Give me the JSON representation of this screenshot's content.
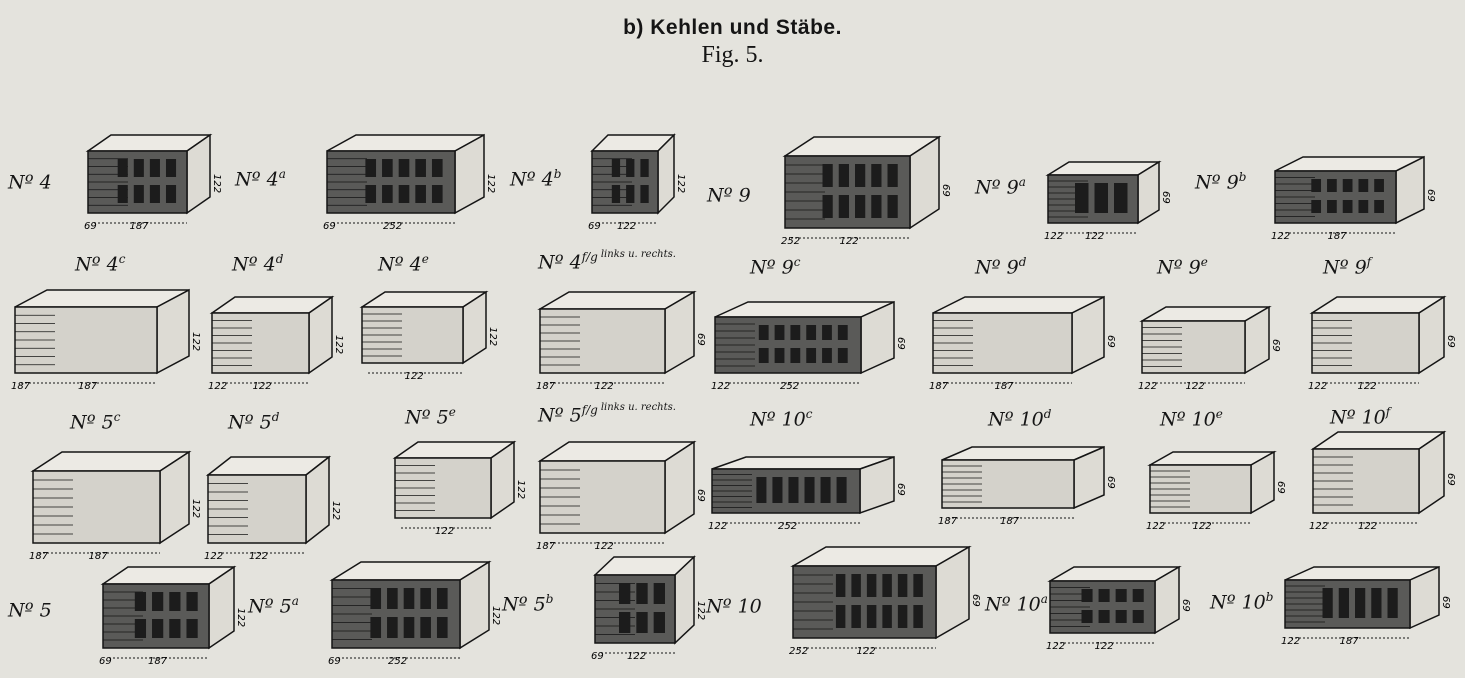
{
  "heading": "b) Kehlen und Stäbe.",
  "figure_label": "Fig. 5.",
  "colors": {
    "paper": "#e4e3dd",
    "ink": "#151515",
    "hollow_face": "#5a5a58"
  },
  "figures": [
    {
      "no": "Nº 4",
      "sup": "",
      "type": "hollow",
      "dims": [
        "69",
        "187",
        "122"
      ]
    },
    {
      "no": "Nº 4",
      "sup": "a",
      "type": "hollow",
      "dims": [
        "69",
        "252",
        "122"
      ]
    },
    {
      "no": "Nº 4",
      "sup": "b",
      "type": "hollow",
      "dims": [
        "69",
        "122",
        "122"
      ]
    },
    {
      "no": "Nº 9",
      "sup": "",
      "type": "hollow",
      "dims": [
        "252",
        "122",
        "69"
      ]
    },
    {
      "no": "Nº 9",
      "sup": "a",
      "type": "hollow",
      "dims": [
        "122",
        "122",
        "69"
      ]
    },
    {
      "no": "Nº 9",
      "sup": "b",
      "type": "hollow",
      "dims": [
        "122",
        "187",
        "69"
      ]
    },
    {
      "no": "Nº 4",
      "sup": "c",
      "type": "solid",
      "dims": [
        "187",
        "187",
        "122"
      ]
    },
    {
      "no": "Nº 4",
      "sup": "d",
      "type": "solid",
      "dims": [
        "122",
        "122",
        "122"
      ]
    },
    {
      "no": "Nº 4",
      "sup": "e",
      "type": "solid",
      "dims": [
        "",
        "122",
        "122"
      ]
    },
    {
      "no": "Nº 4",
      "sup": "f/g",
      "note": "links u. rechts.",
      "type": "solid",
      "dims": [
        "187",
        "122",
        "69"
      ]
    },
    {
      "no": "Nº 9",
      "sup": "c",
      "type": "hollow",
      "dims": [
        "122",
        "252",
        "69"
      ]
    },
    {
      "no": "Nº 9",
      "sup": "d",
      "type": "solid",
      "dims": [
        "187",
        "187",
        "69"
      ]
    },
    {
      "no": "Nº 9",
      "sup": "e",
      "type": "solid",
      "dims": [
        "122",
        "122",
        "69"
      ]
    },
    {
      "no": "Nº 9",
      "sup": "f",
      "type": "solid",
      "dims": [
        "122",
        "122",
        "69"
      ]
    },
    {
      "no": "Nº 5",
      "sup": "c",
      "type": "solid",
      "dims": [
        "187",
        "187",
        "122"
      ]
    },
    {
      "no": "Nº 5",
      "sup": "d",
      "type": "solid",
      "dims": [
        "122",
        "122",
        "122"
      ]
    },
    {
      "no": "Nº 5",
      "sup": "e",
      "type": "solid",
      "dims": [
        "",
        "122",
        "122"
      ]
    },
    {
      "no": "Nº 5",
      "sup": "f/g",
      "note": "links u. rechts.",
      "type": "solid",
      "dims": [
        "187",
        "122",
        "69"
      ]
    },
    {
      "no": "Nº 10",
      "sup": "c",
      "type": "hollow",
      "dims": [
        "122",
        "252",
        "69"
      ]
    },
    {
      "no": "Nº 10",
      "sup": "d",
      "type": "solid",
      "dims": [
        "187",
        "187",
        "69"
      ]
    },
    {
      "no": "Nº 10",
      "sup": "e",
      "type": "solid",
      "dims": [
        "122",
        "122",
        "69"
      ]
    },
    {
      "no": "Nº 10",
      "sup": "f",
      "type": "solid",
      "dims": [
        "122",
        "122",
        "69"
      ]
    },
    {
      "no": "Nº 5",
      "sup": "",
      "type": "hollow",
      "dims": [
        "69",
        "187",
        "122"
      ]
    },
    {
      "no": "Nº 5",
      "sup": "a",
      "type": "hollow",
      "dims": [
        "69",
        "252",
        "122"
      ]
    },
    {
      "no": "Nº 5",
      "sup": "b",
      "type": "hollow",
      "dims": [
        "69",
        "122",
        "122"
      ]
    },
    {
      "no": "Nº 10",
      "sup": "",
      "type": "hollow",
      "dims": [
        "252",
        "122",
        "69"
      ]
    },
    {
      "no": "Nº 10",
      "sup": "a",
      "type": "hollow",
      "dims": [
        "122",
        "122",
        "69"
      ]
    },
    {
      "no": "Nº 10",
      "sup": "b",
      "type": "hollow",
      "dims": [
        "122",
        "187",
        "69"
      ]
    }
  ]
}
